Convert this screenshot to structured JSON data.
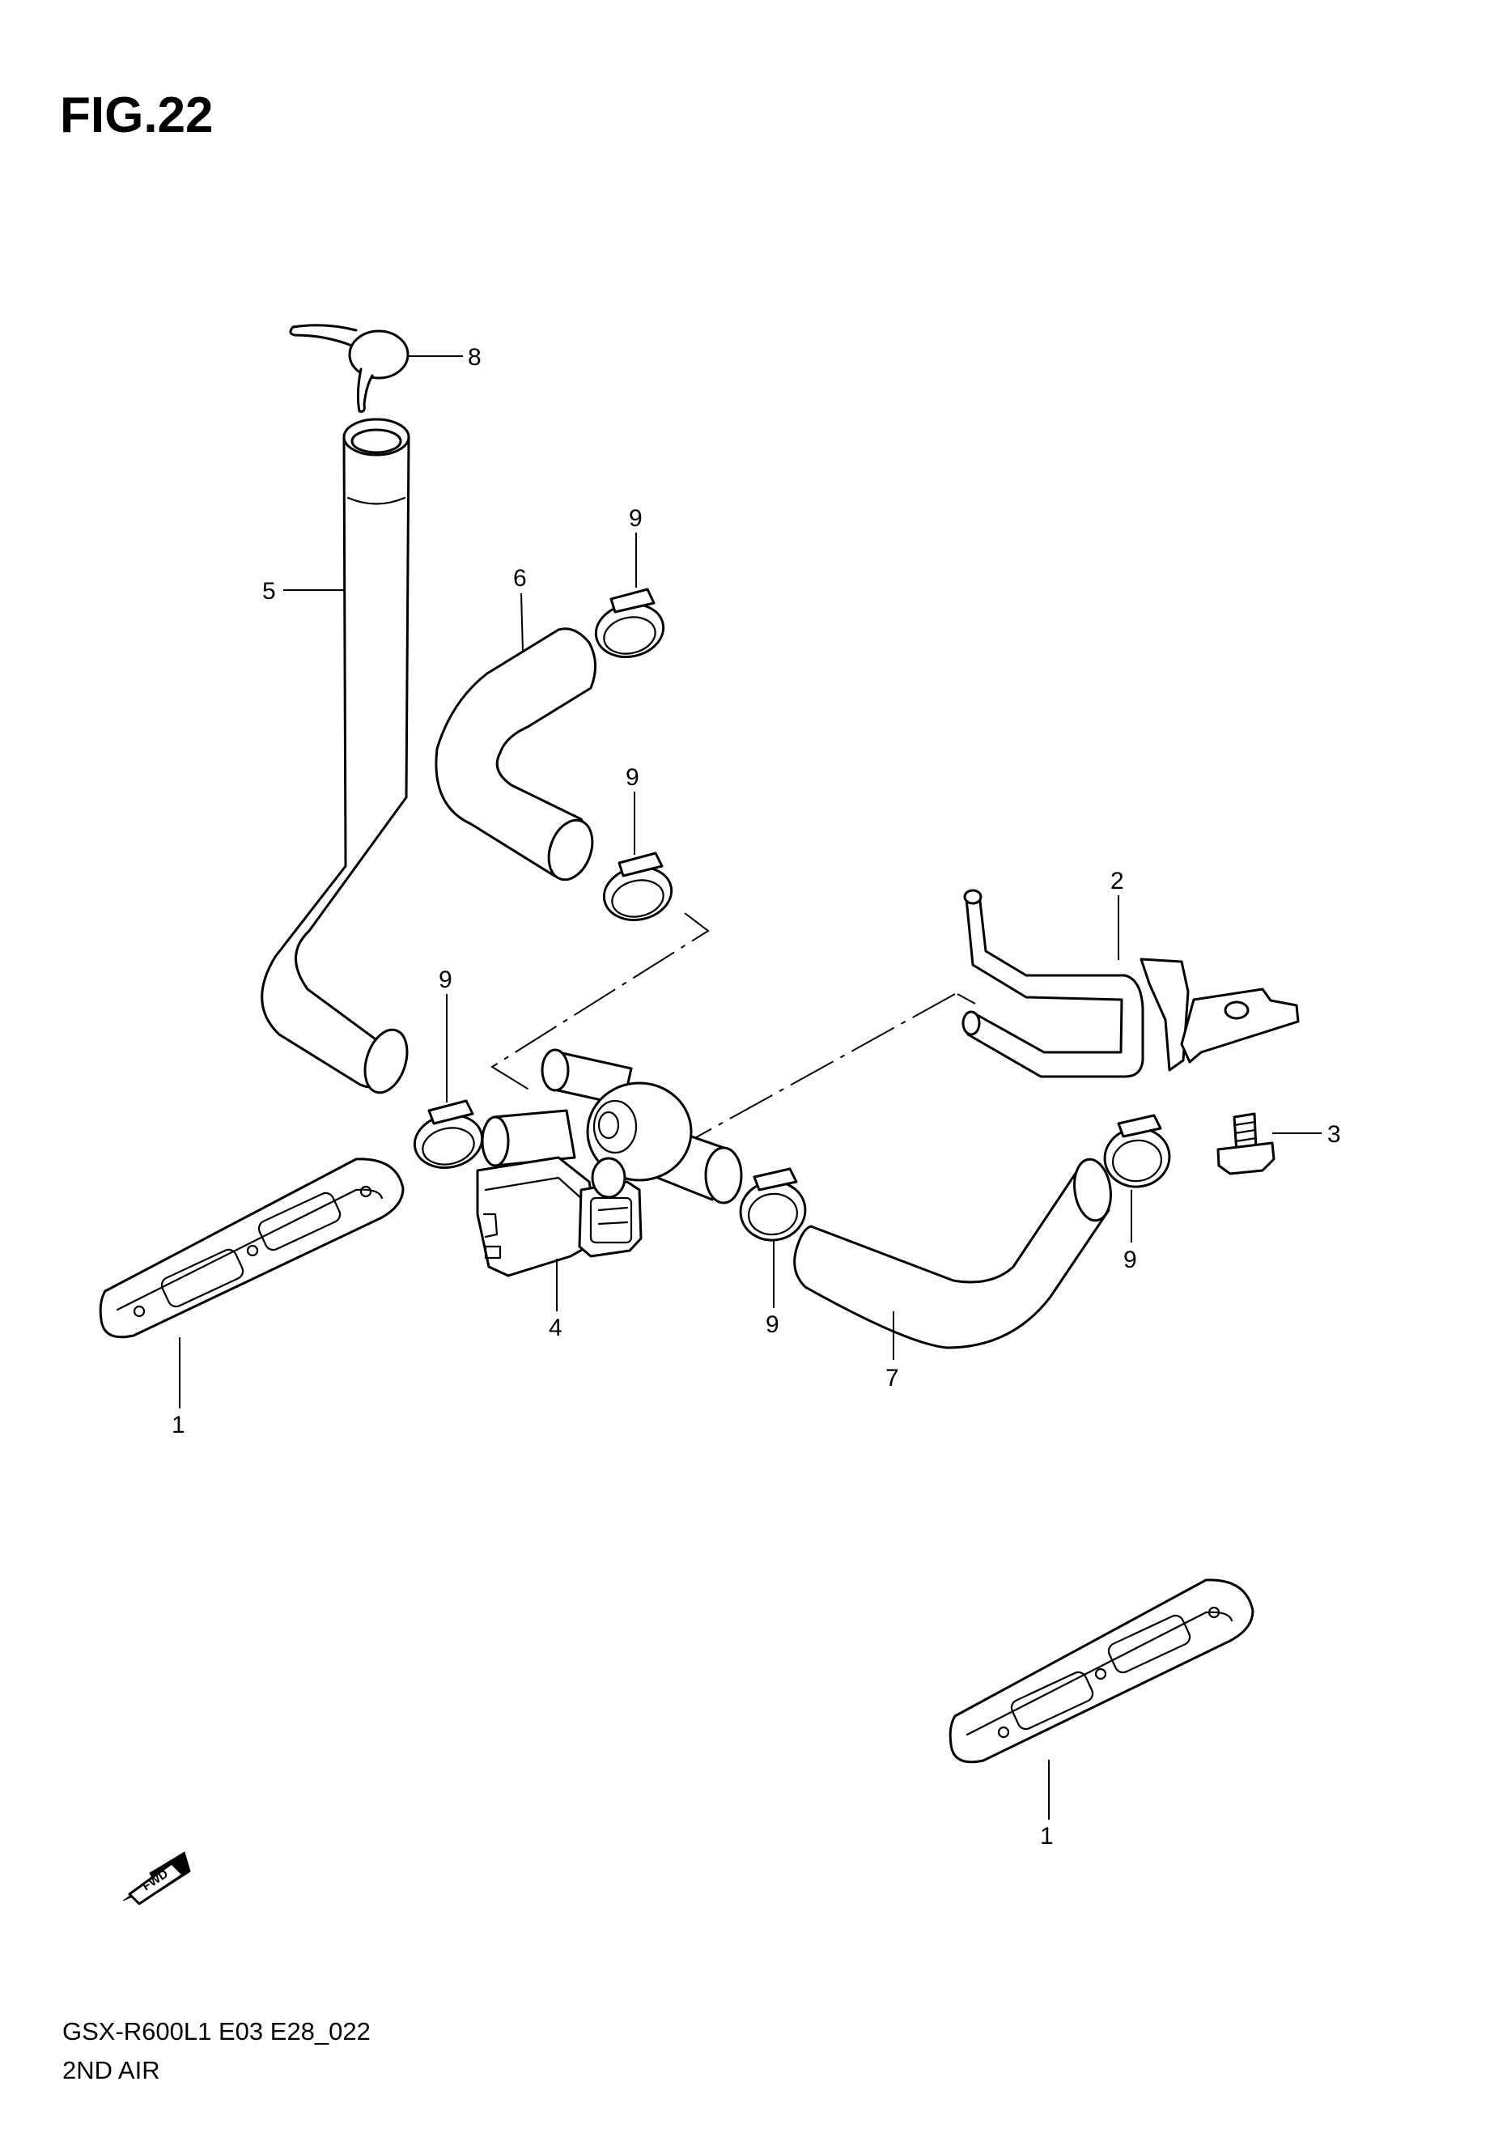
{
  "figure": {
    "title": "FIG.22",
    "model_code": "GSX-R600L1 E03 E28_022",
    "section_name": "2ND AIR",
    "fwd_label": "FWD"
  },
  "callouts": {
    "pad_left": "1",
    "bracket": "2",
    "bolt": "3",
    "valve": "4",
    "hose_long": "5",
    "hose_elbow": "6",
    "hose_lower": "7",
    "cap": "8",
    "clamp_top": "9",
    "clamp_mid": "9",
    "clamp_left": "9",
    "clamp_valve": "9",
    "clamp_right": "9",
    "pad_right": "1"
  },
  "colors": {
    "line": "#000000",
    "background": "#ffffff"
  }
}
